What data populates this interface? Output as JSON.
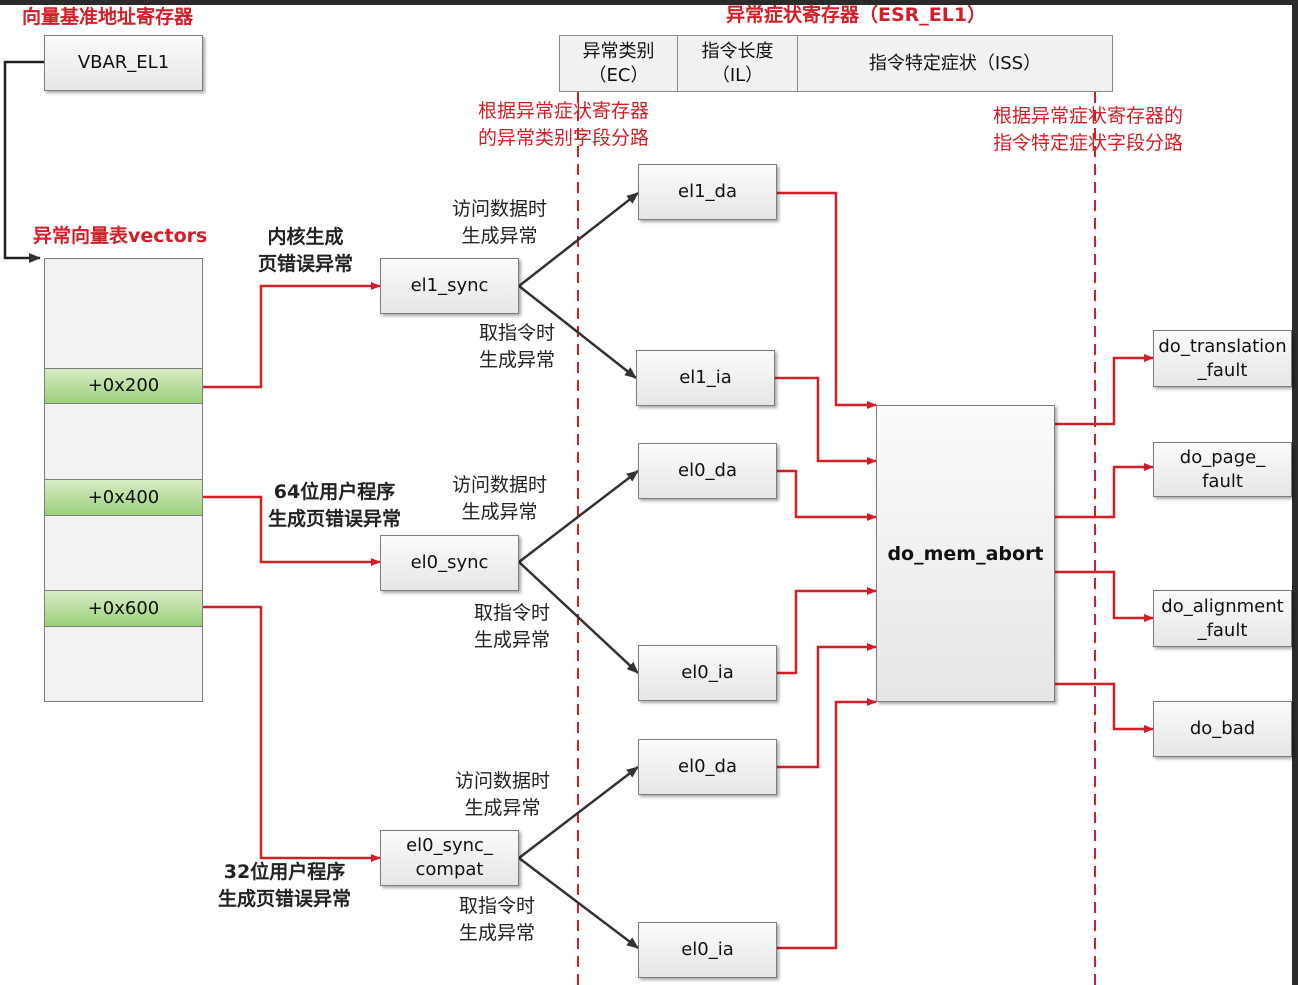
{
  "vbar": {
    "title": "向量基准地址寄存器",
    "box": "VBAR_EL1"
  },
  "esr": {
    "title": "异常症状寄存器（ESR_EL1）",
    "fields": [
      "异常类别\n（EC）",
      "指令长度\n（IL）",
      "指令特定症状（ISS）"
    ]
  },
  "notes": {
    "ec_split": "根据异常症状寄存器\n的异常类别字段分路",
    "iss_split": "根据异常症状寄存器的\n指令特定症状字段分路"
  },
  "vectors": {
    "title": "异常向量表vectors",
    "offsets": [
      "+0x200",
      "+0x400",
      "+0x600"
    ]
  },
  "sources": {
    "kernel": "内核生成\n页错误异常",
    "user64": "64位用户程序\n生成页错误异常",
    "user32": "32位用户程序\n生成页错误异常"
  },
  "sync": [
    "el1_sync",
    "el0_sync",
    "el0_sync_\ncompat"
  ],
  "branch": {
    "data": "访问数据时\n生成异常",
    "inst": "取指令时\n生成异常"
  },
  "handlers": [
    "el1_da",
    "el1_ia",
    "el0_da",
    "el0_ia",
    "el0_da",
    "el0_ia"
  ],
  "central": "do_mem_abort",
  "outputs": [
    "do_translation\n_fault",
    "do_page_\nfault",
    "do_alignment\n_fault",
    "do_bad"
  ],
  "colors": {
    "accent": "#d21f27",
    "dark_arrow": "#333333"
  }
}
